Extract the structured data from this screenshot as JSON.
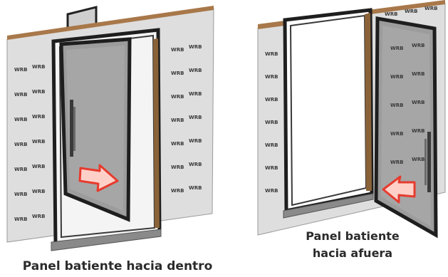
{
  "panels": [
    {
      "id": "left",
      "caption": "Panel batiente hacia dentro",
      "arrow_direction": "right",
      "wall_marking": "WRB"
    },
    {
      "id": "right",
      "caption_line1": "Panel batiente",
      "caption_line2": "hacia afuera",
      "arrow_direction": "left",
      "wall_marking": "WRB"
    }
  ],
  "colors": {
    "wall": "#dedede",
    "wall_edge": "#9a9a9a",
    "wood_top": "#a8784a",
    "frame": "#1e1e1e",
    "glass": "#9c9c9c",
    "arrow_outline": "#e63b2e",
    "arrow_fill": "#ffd0c8",
    "sill": "#8a8a8a"
  }
}
